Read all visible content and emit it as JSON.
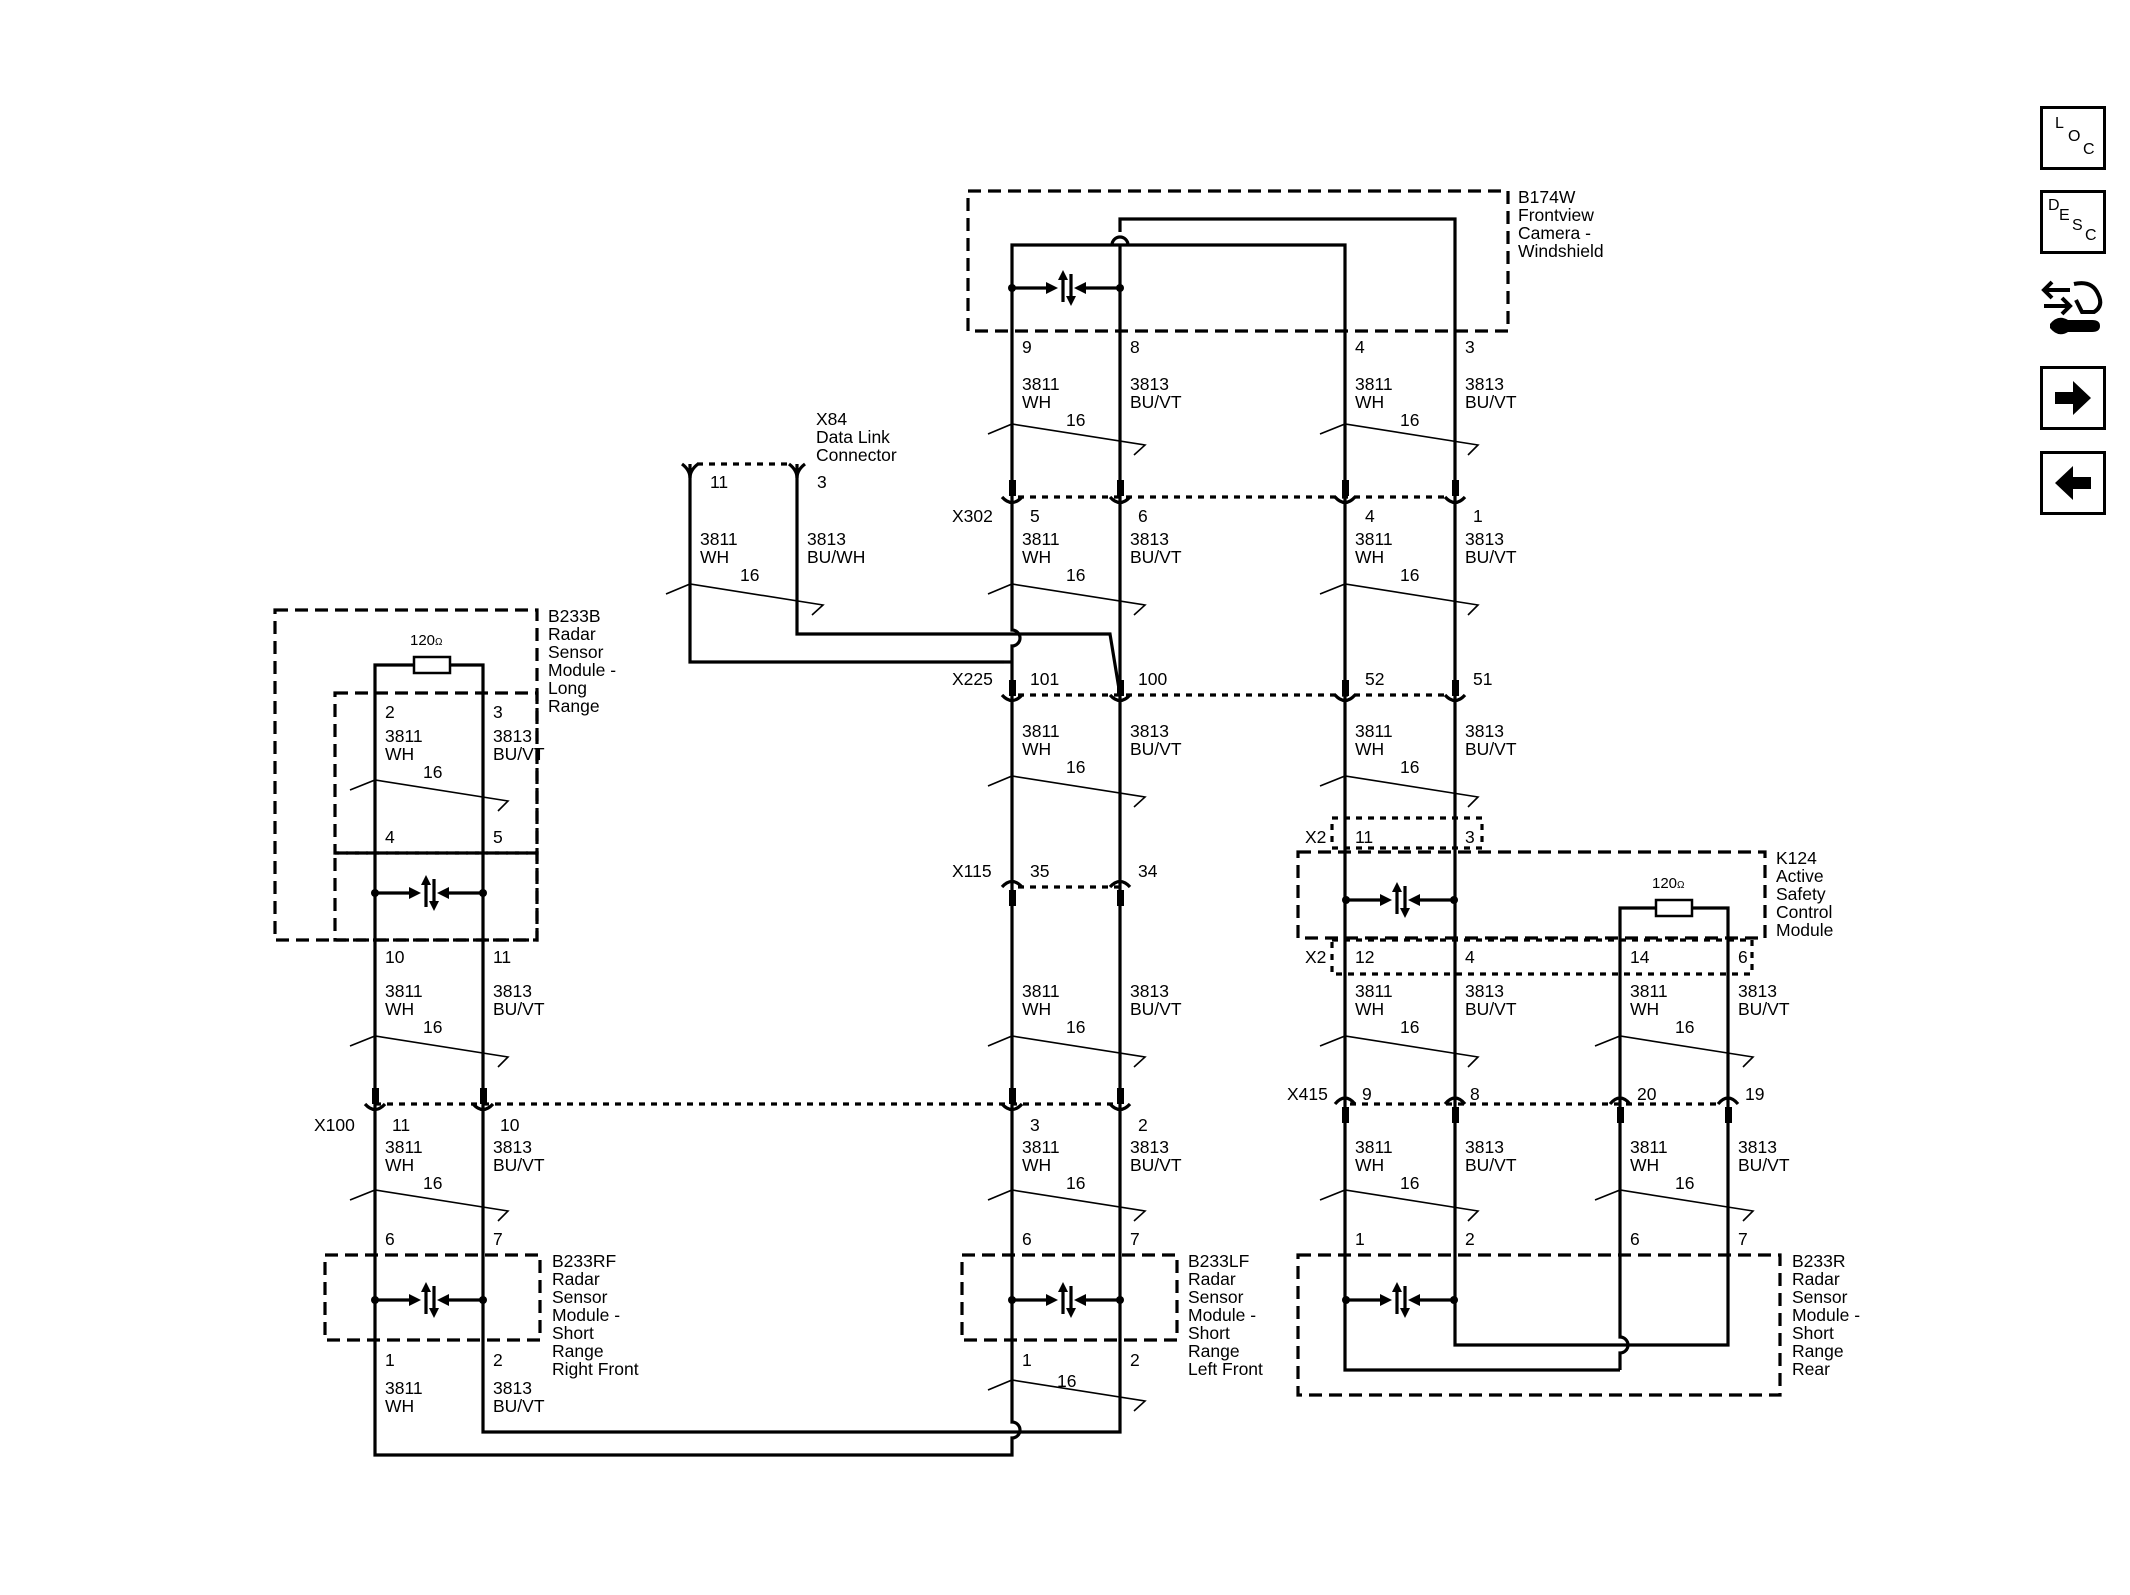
{
  "components": {
    "b174w": {
      "id": "B174W",
      "lines": [
        "Frontview",
        "Camera -",
        "Windshield"
      ]
    },
    "x84": {
      "id": "X84",
      "lines": [
        "Data Link",
        "Connector"
      ]
    },
    "b233b": {
      "id": "B233B",
      "lines": [
        "Radar",
        "Sensor",
        "Module -",
        "Long",
        "Range"
      ]
    },
    "k124": {
      "id": "K124",
      "lines": [
        "Active",
        "Safety",
        "Control",
        "Module"
      ]
    },
    "b233rf": {
      "id": "B233RF",
      "lines": [
        "Radar",
        "Sensor",
        "Module -",
        "Short",
        "Range",
        "Right Front"
      ]
    },
    "b233lf": {
      "id": "B233LF",
      "lines": [
        "Radar",
        "Sensor",
        "Module -",
        "Short",
        "Range",
        "Left Front"
      ]
    },
    "b233r": {
      "id": "B233R",
      "lines": [
        "Radar",
        "Sensor",
        "Module -",
        "Short",
        "Range",
        "Rear"
      ]
    }
  },
  "connectors": {
    "x302": "X302",
    "x225": "X225",
    "x115": "X115",
    "x100": "X100",
    "x415": "X415",
    "x2a": "X2",
    "x2b": "X2"
  },
  "resistors": {
    "r1": "120",
    "r2": "120",
    "unit": "Ω"
  },
  "pins": {
    "cam_9": "9",
    "cam_8": "8",
    "cam_4": "4",
    "cam_3": "3",
    "dlc_11": "11",
    "dlc_3": "3",
    "x302_5": "5",
    "x302_6": "6",
    "x302_4": "4",
    "x302_1": "1",
    "x225_101": "101",
    "x225_100": "100",
    "x225_52": "52",
    "x225_51": "51",
    "x115_35": "35",
    "x115_34": "34",
    "b_2": "2",
    "b_3": "3",
    "b_4": "4",
    "b_5": "5",
    "b_10": "10",
    "b_11": "11",
    "k_11": "11",
    "k_3": "3",
    "k_12": "12",
    "k_4": "4",
    "k_14": "14",
    "k_6": "6",
    "x100_11": "11",
    "x100_10": "10",
    "x100_3": "3",
    "x100_2": "2",
    "x415_9": "9",
    "x415_8": "8",
    "x415_20": "20",
    "x415_19": "19",
    "rf_6": "6",
    "rf_7": "7",
    "rf_1": "1",
    "rf_2": "2",
    "lf_6": "6",
    "lf_7": "7",
    "lf_1": "1",
    "lf_2": "2",
    "r_1": "1",
    "r_2": "2",
    "r_6": "6",
    "r_7": "7"
  },
  "wires": {
    "circuit_wh": "3811",
    "circuit_bu": "3813",
    "color_wh": "WH",
    "color_buvt": "BU/VT",
    "color_buwh": "BU/WH",
    "gauge": "16"
  },
  "sidebar": {
    "loc": [
      "L",
      "O",
      "C"
    ],
    "desc": [
      "D",
      "E",
      "S",
      "C"
    ],
    "icons": [
      "loc-icon",
      "desc-icon",
      "harness-icon",
      "next-arrow-icon",
      "previous-arrow-icon"
    ]
  }
}
